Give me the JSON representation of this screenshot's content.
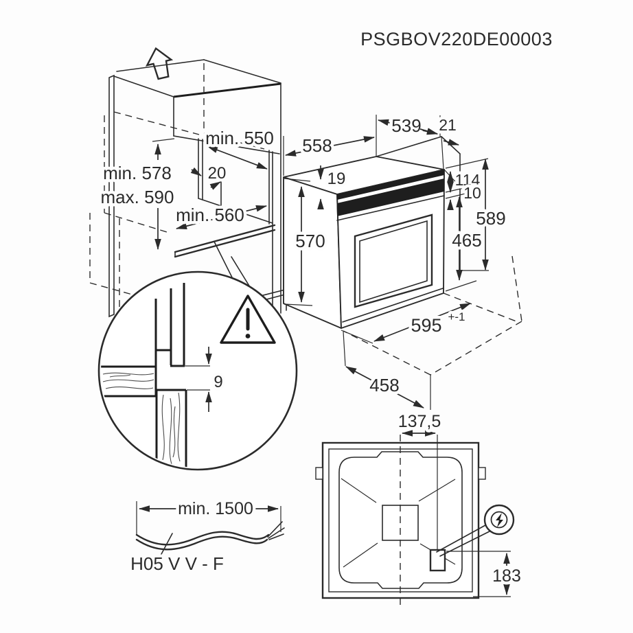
{
  "title": "PSGBOV220DE00003",
  "cabinet": {
    "direction_icon": "block-arrow-up",
    "niche_depth_label": "min. 550",
    "height_min_label": "min. 578",
    "height_max_label": "max. 590",
    "rear_clearance_label": "20",
    "niche_width_label": "min. 560"
  },
  "oven": {
    "depth_with_door_label": "558",
    "body_depth_label": "539",
    "rear_offset_label": "21",
    "top_trim_label": "19",
    "control_panel_label": "114",
    "gap_label": "10",
    "total_height_label": "589",
    "body_height_label": "570",
    "door_height_label": "465",
    "front_width_label": "595",
    "front_width_tolerance_label": "+-1",
    "base_depth_label": "458"
  },
  "mounting_detail": {
    "warning_icon": "warning-triangle-exclamation",
    "gap_label": "9"
  },
  "power_cable": {
    "length_label": "min. 1500",
    "type_label": "H05 V V - F"
  },
  "rear_view": {
    "electric_icon": "lightning-bolt-circle",
    "connection_offset_x_label": "137,5",
    "connection_offset_y_label": "183"
  }
}
